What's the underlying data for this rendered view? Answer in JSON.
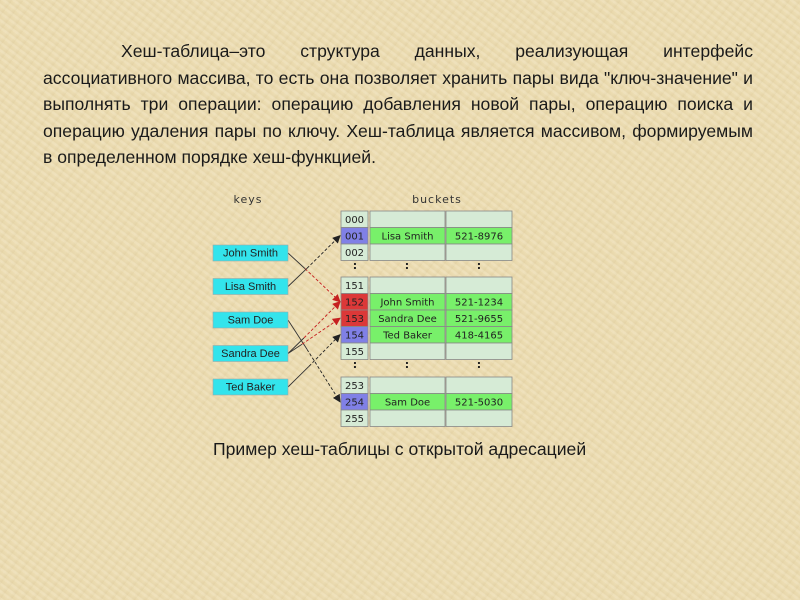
{
  "intro_text": "Хеш-таблица–это структура данных, реализующая интерфейс ассоциативного массива, то есть она позволяет хранить пары вида \"ключ-значение\" и выполнять три операции: операцию добавления новой пары, операцию поиска и операцию удаления пары по ключу. Хеш-таблица является массивом, формируемым в определенном порядке хеш-функцией.",
  "diagram": {
    "keys_header": "keys",
    "buckets_header": "buckets",
    "ellipsis": ":",
    "colors": {
      "key_fill": "#33e4ec",
      "bucket_fill": "#d6ebd6",
      "entry_fill": "#78f06a",
      "index_plain": "#d6ebd6",
      "index_blue": "#8080e6",
      "index_red": "#dc3838",
      "arrow_black": "#222222",
      "arrow_red": "#c62020"
    },
    "keys": [
      "John Smith",
      "Lisa Smith",
      "Sam Doe",
      "Sandra Dee",
      "Ted Baker"
    ],
    "bucket_groups": [
      {
        "rows": [
          {
            "index": "000",
            "status": "plain",
            "name": "",
            "phone": ""
          },
          {
            "index": "001",
            "status": "blue",
            "name": "Lisa Smith",
            "phone": "521-8976"
          },
          {
            "index": "002",
            "status": "plain",
            "name": "",
            "phone": ""
          }
        ]
      },
      {
        "rows": [
          {
            "index": "151",
            "status": "plain",
            "name": "",
            "phone": ""
          },
          {
            "index": "152",
            "status": "red",
            "name": "John Smith",
            "phone": "521-1234"
          },
          {
            "index": "153",
            "status": "red",
            "name": "Sandra Dee",
            "phone": "521-9655"
          },
          {
            "index": "154",
            "status": "blue",
            "name": "Ted Baker",
            "phone": "418-4165"
          },
          {
            "index": "155",
            "status": "plain",
            "name": "",
            "phone": ""
          }
        ]
      },
      {
        "rows": [
          {
            "index": "253",
            "status": "plain",
            "name": "",
            "phone": ""
          },
          {
            "index": "254",
            "status": "blue",
            "name": "Sam Doe",
            "phone": "521-5030"
          },
          {
            "index": "255",
            "status": "plain",
            "name": "",
            "phone": ""
          }
        ]
      }
    ],
    "mappings": [
      {
        "key": "John Smith",
        "index": "152",
        "collision": true
      },
      {
        "key": "Lisa Smith",
        "index": "001",
        "collision": false
      },
      {
        "key": "Sam Doe",
        "index": "254",
        "collision": false
      },
      {
        "key": "Sandra Dee",
        "index": "152",
        "collision": true
      },
      {
        "key": "Sandra Dee",
        "index": "153",
        "collision": true
      },
      {
        "key": "Ted Baker",
        "index": "154",
        "collision": false
      }
    ]
  },
  "caption_text": "Пример хеш-таблицы с открытой адресацией"
}
